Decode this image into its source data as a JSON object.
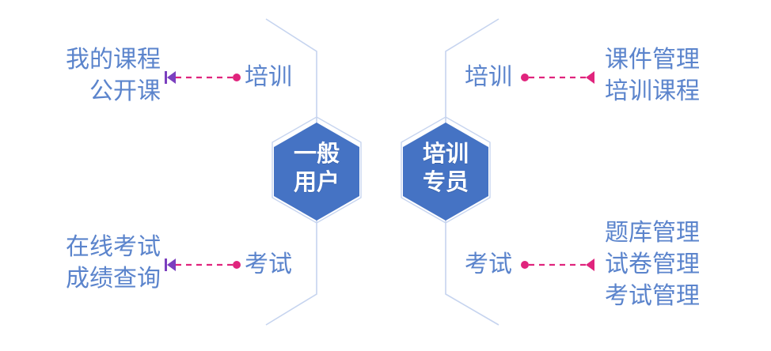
{
  "diagram": {
    "type": "role-capability-map",
    "palette": {
      "hex_fill": "#4573c4",
      "hex_outline": "#c6d4ef",
      "text_blue": "#5b84cc",
      "connector_pink": "#e0247d",
      "connector_arrow": "#7b3fbf",
      "background": "#ffffff"
    },
    "roles": [
      {
        "id": "general-user",
        "line1": "一般",
        "line2": "用户",
        "branches": [
          {
            "id": "general-user-training",
            "label": "培训",
            "side": "left",
            "items": [
              "我的课程",
              "公开课"
            ]
          },
          {
            "id": "general-user-exam",
            "label": "考试",
            "side": "left",
            "items": [
              "在线考试",
              "成绩查询"
            ]
          }
        ]
      },
      {
        "id": "training-specialist",
        "line1": "培训",
        "line2": "专员",
        "branches": [
          {
            "id": "specialist-training",
            "label": "培训",
            "side": "right",
            "items": [
              "课件管理",
              "培训课程"
            ]
          },
          {
            "id": "specialist-exam",
            "label": "考试",
            "side": "right",
            "items": [
              "题库管理",
              "试卷管理",
              "考试管理"
            ]
          }
        ]
      }
    ],
    "connectors": [
      {
        "id": "conn-left-top",
        "start_marker": "bar-triangle-left",
        "end_marker": "dot",
        "style": "dashed"
      },
      {
        "id": "conn-left-bottom",
        "start_marker": "bar-triangle-left",
        "end_marker": "dot",
        "style": "dashed"
      },
      {
        "id": "conn-right-top",
        "start_marker": "dot",
        "end_marker": "triangle-right",
        "style": "dashed"
      },
      {
        "id": "conn-right-bottom",
        "start_marker": "dot",
        "end_marker": "triangle-right",
        "style": "dashed"
      }
    ]
  }
}
